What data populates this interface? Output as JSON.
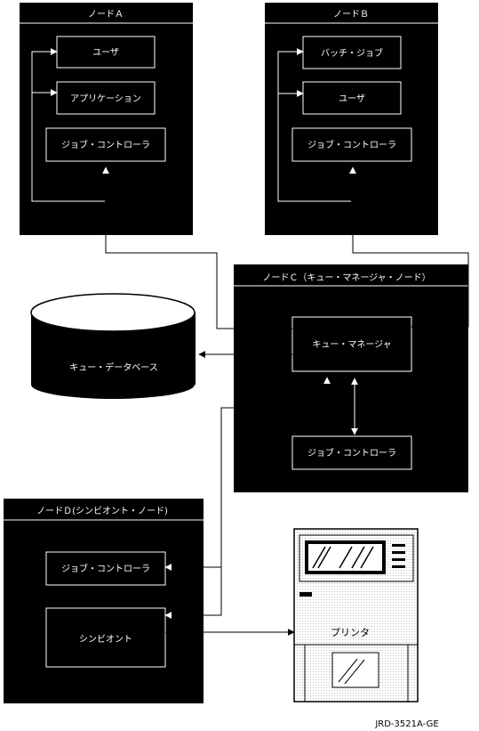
{
  "node_a": {
    "title": "ノードＡ",
    "user": "ユーザ",
    "application": "アプリケーション",
    "job_controller": "ジョブ・コントローラ"
  },
  "node_b": {
    "title": "ノードＢ",
    "batch_job": "バッチ・ジョブ",
    "user": "ユーザ",
    "job_controller": "ジョブ・コントローラ"
  },
  "node_c": {
    "title": "ノードＣ（キュー・マネージャ・ノード）",
    "queue_manager": "キュー・マネージャ",
    "job_controller": "ジョブ・コントローラ"
  },
  "node_d": {
    "title": "ノードＤ(シンビオント・ノード)",
    "job_controller": "ジョブ・コントローラ",
    "symbiont": "シンビオント"
  },
  "queue_database": "キュー・データベース",
  "printer": "プリンタ",
  "figure_id": "JRD-3521A-GE"
}
